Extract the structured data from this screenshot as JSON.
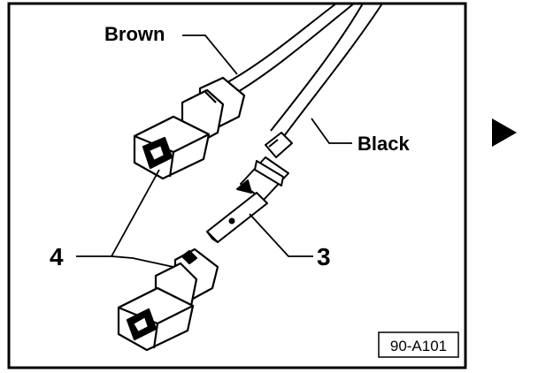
{
  "labels": {
    "brown": "Brown",
    "black": "Black",
    "connector_housing": "4",
    "flat_terminal": "3"
  },
  "figure_ref": "90-A101",
  "colors": {
    "ink": "#000000",
    "paper": "#ffffff"
  },
  "icons": {
    "next_page": "triangle-right-icon"
  }
}
